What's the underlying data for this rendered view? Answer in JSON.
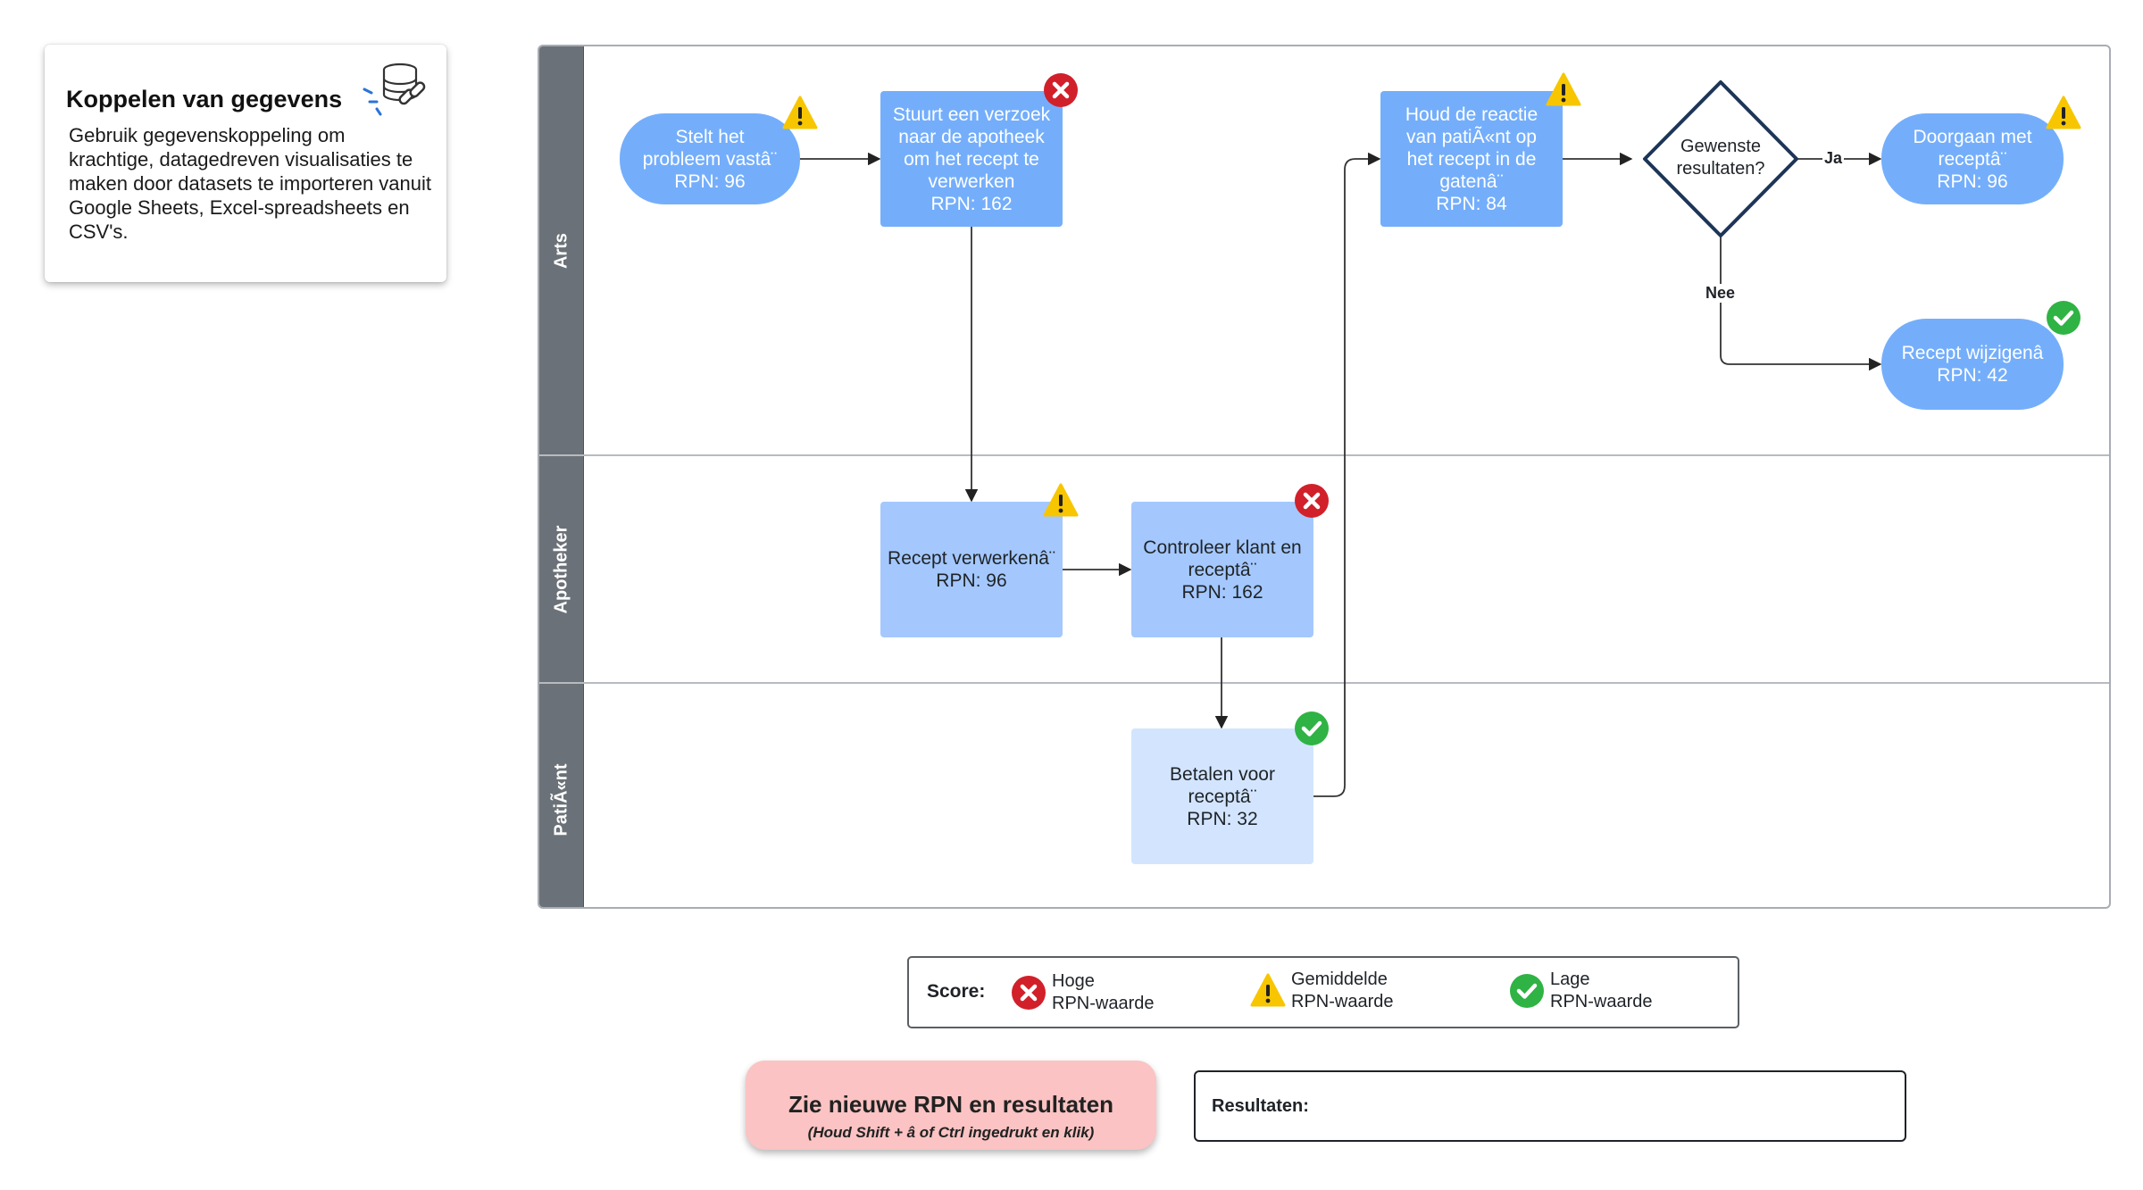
{
  "info_card": {
    "title": "Koppelen van gegevens",
    "body": "Gebruik gegevenskoppeling om krachtige, datagedreven visualisaties te maken door datasets te importeren vanuit Google Sheets, Excel-spreadsheets en CSV's.",
    "icon": "database-link-icon"
  },
  "lanes": [
    {
      "label": "Arts"
    },
    {
      "label": "Apotheker"
    },
    {
      "label": "PatiÃ«nt"
    }
  ],
  "nodes": {
    "stelt": {
      "lines": [
        "Stelt het",
        "probleem vastâ¨",
        "RPN: 96"
      ],
      "badge": "warning"
    },
    "stuurt": {
      "lines": [
        "Stuurt een verzoek",
        "naar de apotheek",
        "om het recept te",
        "verwerken",
        "RPN: 162"
      ],
      "badge": "high"
    },
    "houd": {
      "lines": [
        "Houd de reactie",
        "van patiÃ«nt op",
        "het recept in de",
        "gatenâ¨",
        "RPN: 84"
      ],
      "badge": "warning"
    },
    "gewenste": {
      "lines": [
        "Gewenste",
        "resultaten?"
      ]
    },
    "doorgaan": {
      "lines": [
        "Doorgaan met",
        "receptâ¨",
        "RPN: 96"
      ],
      "badge": "warning"
    },
    "wijzigen": {
      "lines": [
        "Recept wijzigenâ",
        "RPN: 42"
      ],
      "badge": "low"
    },
    "verwerken": {
      "lines": [
        "Recept verwerkenâ¨",
        "RPN: 96"
      ],
      "badge": "warning"
    },
    "controleer": {
      "lines": [
        "Controleer klant en",
        "receptâ¨",
        "RPN: 162"
      ],
      "badge": "high"
    },
    "betalen": {
      "lines": [
        "Betalen voor",
        "receptâ¨",
        "RPN: 32"
      ],
      "badge": "low"
    }
  },
  "edge_labels": {
    "ja": "Ja",
    "nee": "Nee"
  },
  "legend": {
    "title": "Score:",
    "items": [
      {
        "lines": [
          "Hoge",
          "RPN-waarde"
        ],
        "icon": "high-x-icon"
      },
      {
        "lines": [
          "Gemiddelde",
          "RPN-waarde"
        ],
        "icon": "medium-warning-icon"
      },
      {
        "lines": [
          "Lage",
          "RPN-waarde"
        ],
        "icon": "low-check-icon"
      }
    ]
  },
  "rpn_button": {
    "label": "Zie nieuwe RPN en resultaten",
    "sublabel": "(Houd Shift + â  of Ctrl ingedrukt en klik)"
  },
  "results": {
    "label": "Resultaten:"
  },
  "colors": {
    "node_dark": "#74aefb",
    "node_mid": "#a4c8fd",
    "node_light": "#d3e5fe",
    "lane_header": "#6b7178",
    "diamond_border": "#1d3557",
    "high": "#d1202a",
    "medium": "#f7c600",
    "low": "#2fb344",
    "button": "#fbc3c3"
  }
}
